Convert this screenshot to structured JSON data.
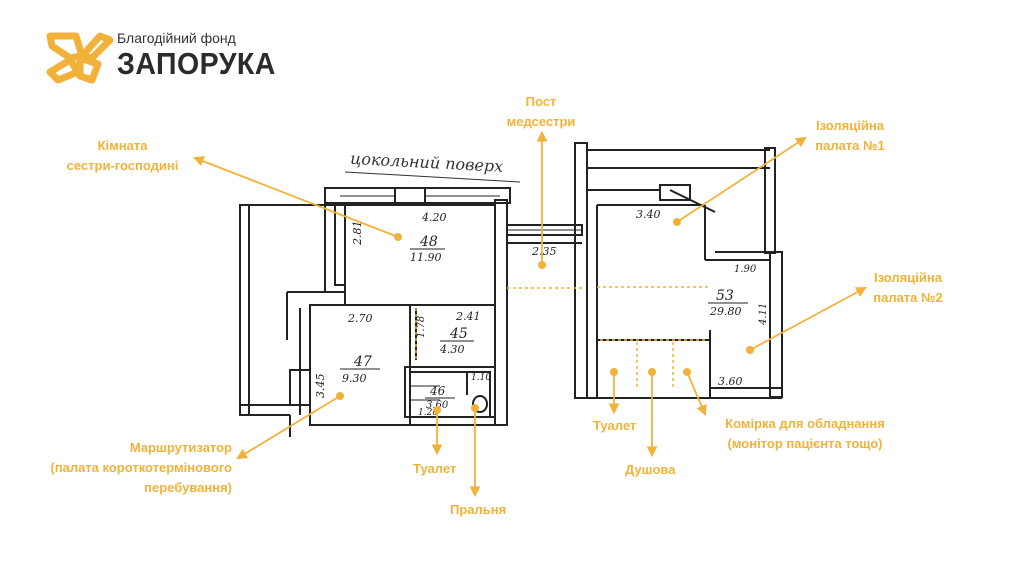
{
  "logo": {
    "subtitle": "Благодійний фонд",
    "name": "ЗАПОРУКА",
    "accent_color": "#f2b23a",
    "icon": "butterfly-logo-icon"
  },
  "plan": {
    "heading": "цокольний поверх",
    "dims": {
      "d420": "4.20",
      "d281": "2.81",
      "d270": "2.70",
      "d178": "1.78",
      "d241": "2.41",
      "d345": "3.45",
      "d235": "2.35",
      "d340": "3.40",
      "d190": "1.90",
      "d411": "4.11",
      "d360": "3.60",
      "d110": "1.10",
      "d120": "1.20"
    },
    "rooms": {
      "r48": {
        "number": "48",
        "area": "11.90"
      },
      "r45": {
        "number": "45",
        "area": "4.30"
      },
      "r47": {
        "number": "47",
        "area": "9.30"
      },
      "r46": {
        "number": "46",
        "area": "3.60"
      },
      "r53": {
        "number": "53",
        "area": "29.80"
      }
    }
  },
  "labels": {
    "post": {
      "line1": "Пост",
      "line2": "медсестри"
    },
    "housekeeper": {
      "line1": "Кімната",
      "line2": "сестри-господині"
    },
    "iso1": {
      "line1": "Ізоляційна",
      "line2": "палата №1"
    },
    "iso2": {
      "line1": "Ізоляційна",
      "line2": "палата №2"
    },
    "router": {
      "line1": "Маршрутизатор",
      "line2": "(палата короткотермінового",
      "line3": "перебування)"
    },
    "toilet_left": "Туалет",
    "laundry": "Пральня",
    "toilet_right": "Туалет",
    "shower": "Душова",
    "equipment": {
      "line1": "Комірка для обладнання",
      "line2": "(монітор пацієнта тощо)"
    }
  }
}
